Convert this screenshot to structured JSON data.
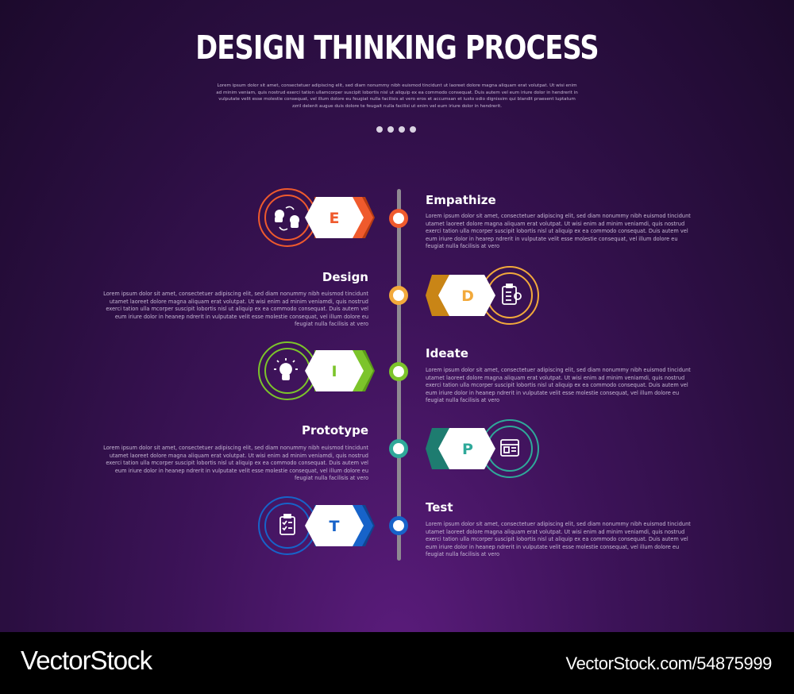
{
  "header": {
    "title": "DESIGN THINKING PROCESS",
    "subtitle": "Lorem ipsum dolor sit amet, consectetuer adipiscing elit, sed diam nonummy nibh euismod tincidunt ut laoreet dolore magna aliquam erat volutpat. Ut wisi enim ad minim veniam, quis nostrud exerci tation ullamcorper suscipit lobortis nisl ut aliquip ex ea commodo consequat. Duis autem vel eum iriure dolor in hendrerit in vulputate velit esse molestie consequat, vel illum dolore eu feugiat nulla facilisis at vero eros et accumsan et iusto odio dignissim qui blandit praesent luptatum zzril delenit augue duis dolore te feugait nulla facilisi ut enim vel eum iriure dolor in hendrerit."
  },
  "colors": {
    "empathize": "#ef5a2d",
    "design": "#f2a93b",
    "ideate": "#7cc42b",
    "prototype": "#2fa99a",
    "test": "#1763c9"
  },
  "steps": [
    {
      "title": "Empathize",
      "letter": "E",
      "icon": "two-heads-icon",
      "description": "Lorem ipsum dolor sit amet, consectetuer adipiscing elit, sed diam nonummy nibh euismod tincidunt utamet laoreet dolore magna aliquam erat volutpat. Ut wisi enim ad minim veniamdi, quis nostrud exerci tation ulla mcorper suscipit lobortis nisl ut aliquip ex ea commodo consequat. Duis autem vel eum iriure dolor in hearep ndrerit in vulputate velit esse molestie consequat, vel illum dolore eu feugiat nulla facilisis at vero"
    },
    {
      "title": "Design",
      "letter": "D",
      "icon": "clipboard-chart-icon",
      "description": "Lorem ipsum dolor sit amet, consectetuer adipiscing elit, sed diam nonummy nibh euismod tincidunt utamet laoreet dolore magna aliquam erat volutpat. Ut wisi enim ad minim veniamdi, quis nostrud exerci tation ulla mcorper suscipit lobortis nisl ut aliquip ex ea commodo consequat. Duis autem vel eum iriure dolor in heanep ndrerit in vulputate velit esse molestie consequat, vel illum dolore eu feugiat nulla facilisis at vero"
    },
    {
      "title": "Ideate",
      "letter": "I",
      "icon": "lightbulb-icon",
      "description": "Lorem ipsum dolor sit amet, consectetuer adipiscing elit, sed diam nonummy nibh euismod tincidunt utamet laoreet dolore magna aliquam erat volutpat. Ut wisi enim ad minim veniamdi, quis nostrud exerci tation ulla mcorper suscipit lobortis nisl ut aliquip ex ea commodo consequat. Duis autem vel eum iriure dolor in heanep ndrerit in vulputate velit esse molestie consequat, vel illum dolore eu feugiat nulla facilisis at vero"
    },
    {
      "title": "Prototype",
      "letter": "P",
      "icon": "blueprint-icon",
      "description": "Lorem ipsum dolor sit amet, consectetuer adipiscing elit, sed diam nonummy nibh euismod tincidunt utamet laoreet dolore magna aliquam erat volutpat. Ut wisi enim ad minim veniamdi, quis nostrud exerci tation ulla mcorper suscipit lobortis nisl ut aliquip ex ea commodo consequat. Duis autem vel eum iriure dolor in heanep ndrerit in vulputate velit esse molestie consequat, vel illum dolore eu feugiat nulla facilisis at vero"
    },
    {
      "title": "Test",
      "letter": "T",
      "icon": "checklist-icon",
      "description": "Lorem ipsum dolor sit amet, consectetuer adipiscing elit, sed diam nonummy nibh euismod tincidunt utamet laoreet dolore magna aliquam erat volutpat. Ut wisi enim ad minim veniamdi, quis nostrud exerci tation ulla mcorper suscipit lobortis nisl ut aliquip ex ea commodo consequat. Duis autem vel eum iriure dolor in heanep ndrerit in vulputate velit esse molestie consequat, vel illum dolore eu feugiat nulla facilisis at vero"
    }
  ],
  "footer": {
    "brand": "VectorStock",
    "url": "VectorStock.com/54875999"
  }
}
